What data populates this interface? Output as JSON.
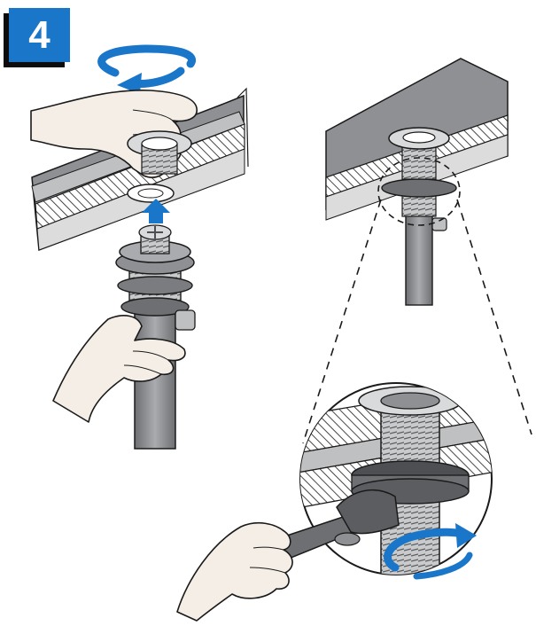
{
  "step": {
    "number": "4"
  },
  "colors": {
    "accent_blue": "#1976c9",
    "metal_gray": "#8e9093",
    "dark_gray": "#4d4f52",
    "skin": "#f4eee6",
    "outline": "#1a1a1a"
  },
  "panels": [
    {
      "name": "left-panel",
      "icons": [
        "hand-icon",
        "rotate-arrow-icon",
        "up-arrow-icon",
        "drain-flange-icon",
        "gasket-icon",
        "drain-body-icon",
        "hand-icon"
      ]
    },
    {
      "name": "right-panel",
      "icons": [
        "drain-flange-icon",
        "lock-nut-icon",
        "zoom-magnifier-icon",
        "wrench-icon",
        "hand-icon",
        "rotate-arrow-icon"
      ]
    }
  ]
}
